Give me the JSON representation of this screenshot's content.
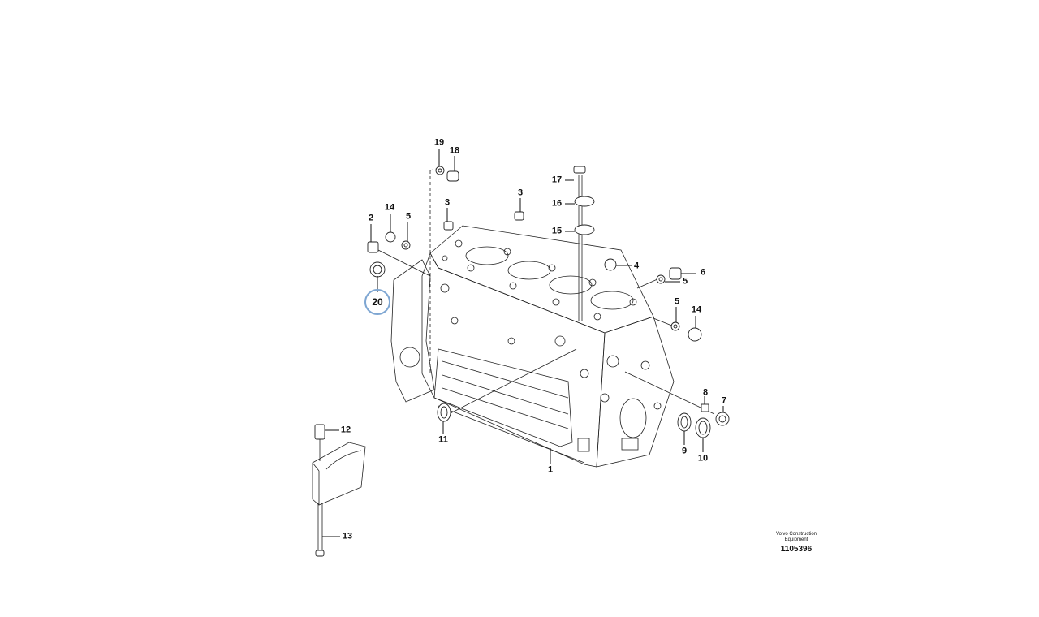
{
  "callouts": {
    "c1": "1",
    "c2": "2",
    "c3a": "3",
    "c3b": "3",
    "c4": "4",
    "c5a": "5",
    "c5b": "5",
    "c5c": "5",
    "c6": "6",
    "c7": "7",
    "c8": "8",
    "c9": "9",
    "c10": "10",
    "c11": "11",
    "c12": "12",
    "c13": "13",
    "c14a": "14",
    "c14b": "14",
    "c15": "15",
    "c16": "16",
    "c17": "17",
    "c18": "18",
    "c19": "19",
    "c20": "20"
  },
  "highlight": {
    "color": "#7ea6d2",
    "callout": "20"
  },
  "footer": {
    "organization": "Volvo Construction Equipment",
    "drawing_number": "1105396"
  }
}
